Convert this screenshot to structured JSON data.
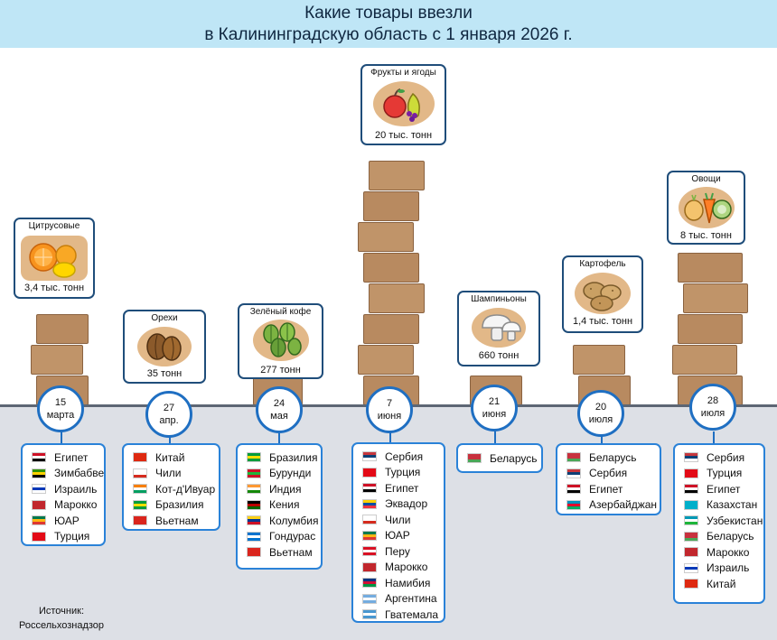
{
  "title": {
    "line1": "Какие товары ввезли",
    "line2": "в Калининградскую область с 1 января 2026 г."
  },
  "source": {
    "label": "Источник:",
    "name": "Россельхознадзор"
  },
  "products": [
    {
      "name": "Цитрусовые",
      "value": "3,4 тыс. тонн",
      "icon": "citrus-icon",
      "date_day": "15",
      "date_month": "марта",
      "countries": [
        "Египет",
        "Зимбабве",
        "Израиль",
        "Марокко",
        "ЮАР",
        "Турция"
      ]
    },
    {
      "name": "Орехи",
      "value": "35 тонн",
      "icon": "nuts-icon",
      "date_day": "27",
      "date_month": "апр.",
      "countries": [
        "Китай",
        "Чили",
        "Кот-д'Ивуар",
        "Бразилия",
        "Вьетнам"
      ]
    },
    {
      "name": "Зелёный кофе",
      "value": "277 тонн",
      "icon": "coffee-beans-icon",
      "date_day": "24",
      "date_month": "мая",
      "countries": [
        "Бразилия",
        "Бурунди",
        "Индия",
        "Кения",
        "Колумбия",
        "Гондурас",
        "Вьетнам"
      ]
    },
    {
      "name": "Фрукты и ягоды",
      "value": "20 тыс. тонн",
      "icon": "fruits-icon",
      "date_day": "7",
      "date_month": "июня",
      "countries": [
        "Сербия",
        "Турция",
        "Египет",
        "Эквадор",
        "Чили",
        "ЮАР",
        "Перу",
        "Марокко",
        "Намибия",
        "Аргентина",
        "Гватемала"
      ]
    },
    {
      "name": "Шампиньоны",
      "value": "660 тонн",
      "icon": "mushroom-icon",
      "date_day": "21",
      "date_month": "июня",
      "countries": [
        "Беларусь"
      ]
    },
    {
      "name": "Картофель",
      "value": "1,4 тыс. тонн",
      "icon": "potato-icon",
      "date_day": "20",
      "date_month": "июля",
      "countries": [
        "Беларусь",
        "Сербия",
        "Египет",
        "Азербайджан"
      ]
    },
    {
      "name": "Овощи",
      "value": "8 тыс. тонн",
      "icon": "vegetables-icon",
      "date_day": "28",
      "date_month": "июля",
      "countries": [
        "Сербия",
        "Турция",
        "Египет",
        "Казахстан",
        "Узбекистан",
        "Беларусь",
        "Марокко",
        "Израиль",
        "Китай"
      ]
    }
  ],
  "flag_colors": {
    "Египет": [
      "#ce1126",
      "#ffffff",
      "#000000"
    ],
    "Зимбабве": [
      "#319208",
      "#ffd200",
      "#000000"
    ],
    "Израиль": [
      "#ffffff",
      "#0038b8",
      "#ffffff"
    ],
    "Марокко": [
      "#c1272d",
      "#c1272d",
      "#c1272d"
    ],
    "ЮАР": [
      "#007a4d",
      "#ffb612",
      "#de3831"
    ],
    "Турция": [
      "#e30a17",
      "#e30a17",
      "#e30a17"
    ],
    "Китай": [
      "#de2910",
      "#de2910",
      "#de2910"
    ],
    "Чили": [
      "#ffffff",
      "#ffffff",
      "#d52b1e"
    ],
    "Кот-д'Ивуар": [
      "#f77f00",
      "#ffffff",
      "#009e60"
    ],
    "Бразилия": [
      "#009c3b",
      "#ffdf00",
      "#009c3b"
    ],
    "Вьетнам": [
      "#da251d",
      "#da251d",
      "#da251d"
    ],
    "Бурунди": [
      "#ce1126",
      "#1eb53a",
      "#ce1126"
    ],
    "Индия": [
      "#ff9933",
      "#ffffff",
      "#138808"
    ],
    "Кения": [
      "#000000",
      "#bb0000",
      "#006600"
    ],
    "Колумбия": [
      "#fcd116",
      "#003893",
      "#ce1126"
    ],
    "Гондурас": [
      "#0073cf",
      "#ffffff",
      "#0073cf"
    ],
    "Сербия": [
      "#c6363c",
      "#0c4076",
      "#ffffff"
    ],
    "Эквадор": [
      "#ffd100",
      "#034ea2",
      "#ef3340"
    ],
    "Перу": [
      "#d91023",
      "#ffffff",
      "#d91023"
    ],
    "Намибия": [
      "#003580",
      "#d21034",
      "#009543"
    ],
    "Аргентина": [
      "#74acdf",
      "#ffffff",
      "#74acdf"
    ],
    "Гватемала": [
      "#4997d0",
      "#ffffff",
      "#4997d0"
    ],
    "Беларусь": [
      "#c8313e",
      "#c8313e",
      "#4aa657"
    ],
    "Азербайджан": [
      "#0092bc",
      "#e4002b",
      "#00af66"
    ],
    "Казахстан": [
      "#00afca",
      "#00afca",
      "#00afca"
    ],
    "Узбекистан": [
      "#0099b5",
      "#ffffff",
      "#1eb53a"
    ]
  }
}
